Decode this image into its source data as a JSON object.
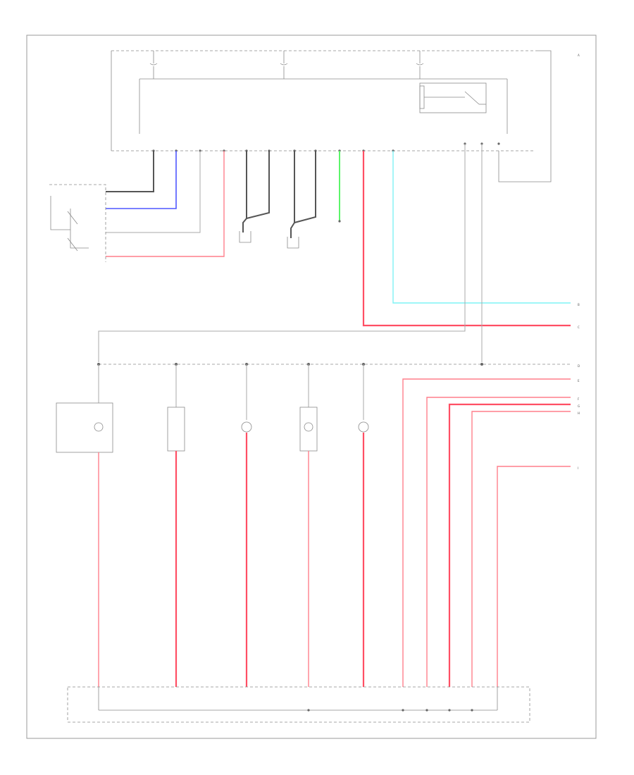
{
  "diagram": {
    "footer_code": "",
    "connector_labels": [
      "A",
      "B",
      "C",
      "D",
      "E",
      "F",
      "G",
      "H",
      "I"
    ],
    "colors": {
      "red_wire": "#ff7f8c",
      "red_wire_bold": "#ff4f64",
      "blue_wire": "#4f57ff",
      "green_wire": "#5cf56a",
      "cyan_wire": "#7ff3f5",
      "gray_wire": "#a8a8a8",
      "dark_wire": "#555555"
    }
  }
}
